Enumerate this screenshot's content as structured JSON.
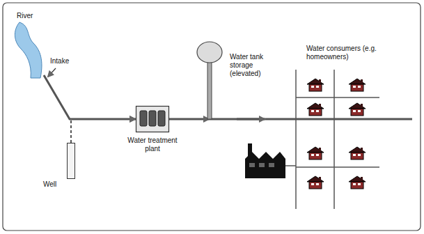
{
  "diagram": {
    "nodes": [
      {
        "text": [
          "River"
        ]
      },
      {
        "text": [
          "Well"
        ]
      },
      {
        "text": [
          "Water treatment plant"
        ]
      },
      {
        "text": [
          "Water tank storage (elevated)"
        ]
      }
    ],
    "edges": [
      {
        "from": 0,
        "to": 2,
        "arrow": "to"
      },
      {
        "from": 1,
        "to": 2,
        "arrow": "to"
      },
      {
        "from": 2,
        "to": 3,
        "arrow": "to"
      }
    ],
    "labels": [
      "Intake",
      "Water consumers (e.g. homeowners)"
    ]
  }
}
